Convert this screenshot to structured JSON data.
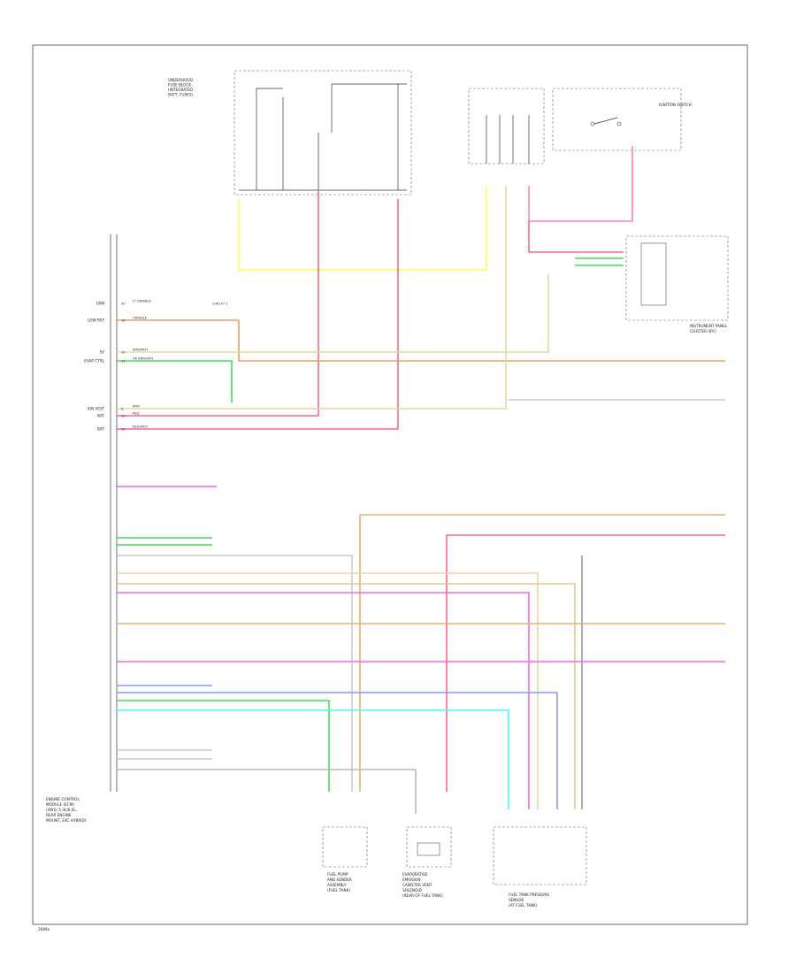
{
  "footer": {
    "page_code": "2684a"
  },
  "ecm": {
    "title_lines": [
      "ENGINE CONTROL",
      "MODULE (ECM)",
      "(4WD, 5.3L/6.0L,",
      "REAR ENGINE",
      "MOUNT, EXC HYBRID)"
    ],
    "pins": [
      {
        "label": "GRN",
        "wire": "LT GRN/BLK",
        "num": "30",
        "note": "CIRCUIT 1"
      },
      {
        "label": "LOW REF",
        "wire": "ORN/BLK",
        "num": "12"
      },
      {
        "label": "5V",
        "wire": "BRN/WHT",
        "num": "10"
      },
      {
        "label": "EVAP CTRL",
        "wire": "DK BRN/WHT",
        "num": "11"
      },
      {
        "label": "IGN VOLT",
        "wire": "BRN",
        "num": "8"
      },
      {
        "label": "BAT",
        "wire": "RED",
        "num": "19"
      },
      {
        "label": "BAT",
        "wire": "RED/WHT",
        "num": "20"
      }
    ]
  },
  "components": {
    "fuse_box": [
      "UNDERHOOD",
      "FUSE BLOCK",
      "(INTEGRATED",
      "BATT, FUSES)"
    ],
    "ignition": "IGNITION SWITCH",
    "inst_panel": [
      "INSTRUMENT PANEL",
      "CLUSTER (IPC)"
    ],
    "fuel_pump": [
      "FUEL PUMP",
      "AND SENDER",
      "ASSEMBLY",
      "(FUEL TANK)"
    ],
    "evap_vent": [
      "EVAPORATIVE",
      "EMISSION",
      "CANISTER VENT",
      "SOLENOID",
      "(REAR OF FUEL TANK)"
    ],
    "fuel_tank_sensor": [
      "FUEL TANK PRESSURE",
      "SENSOR",
      "(AT FUEL TANK)"
    ]
  },
  "wires": [
    {
      "name": "YEL",
      "color": "#ffff55"
    },
    {
      "name": "RED",
      "color": "#ff6688"
    },
    {
      "name": "ORN",
      "color": "#e8a060"
    },
    {
      "name": "TAN",
      "color": "#e8d8a0"
    },
    {
      "name": "GRN",
      "color": "#44dd55"
    },
    {
      "name": "BLU",
      "color": "#8899ff"
    },
    {
      "name": "CYAN",
      "color": "#44ffff"
    },
    {
      "name": "PNK",
      "color": "#ff66dd"
    },
    {
      "name": "GRY",
      "color": "#bbbbbb"
    },
    {
      "name": "BRN",
      "color": "#c8a860"
    }
  ]
}
